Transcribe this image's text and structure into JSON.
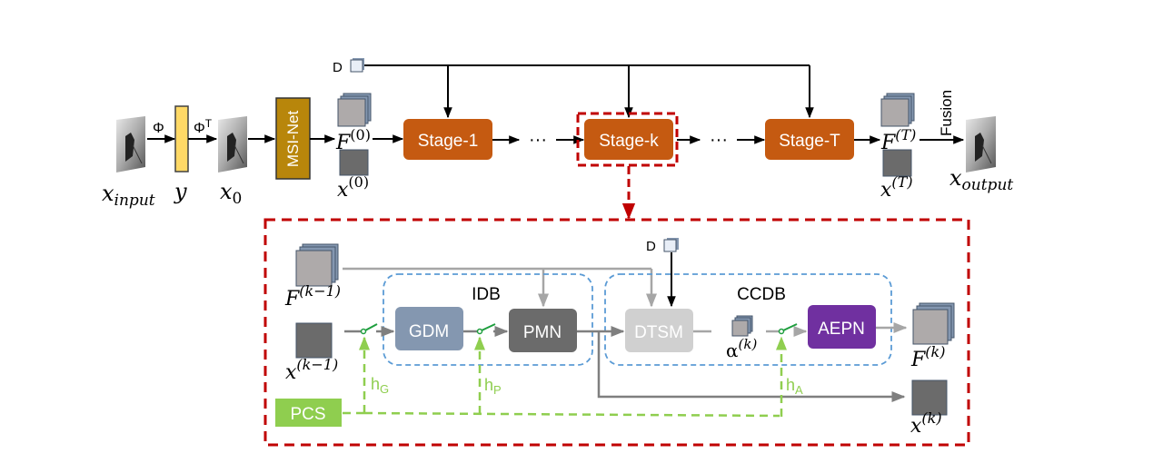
{
  "colors": {
    "stage": "#c55a11",
    "msi": "#b8860b",
    "y_block": "#ffd966",
    "gdm": "#8497b0",
    "pmn": "#6b6b6b",
    "dtsm": "#d0d0d0",
    "aepn": "#7030a0",
    "pcs": "#8fce4f",
    "green_dashed": "#8fce4f",
    "switch": "#1e9e3e",
    "red_dashed": "#c00000",
    "blue_dashed": "#5b9bd5",
    "gray_line": "#a6a6a6",
    "dark_gray_line": "#7f7f7f"
  },
  "top": {
    "x_input": "x",
    "x_input_sub": "input",
    "phi": "Φ",
    "phi_t": "Φ",
    "phi_t_sup": "T",
    "y": "y",
    "x0": "x",
    "x0_sub": "0",
    "msi_net": "MSI-Net",
    "d_label": "D",
    "f0": "F",
    "f0_sup": "(0)",
    "xk0": "x",
    "xk0_sup": "(0)",
    "stage_1": "Stage-1",
    "stage_k": "Stage-k",
    "stage_t": "Stage-T",
    "ellipsis": "···",
    "ft": "F",
    "ft_sup": "(T)",
    "xt": "x",
    "xt_sup": "(T)",
    "fusion": "Fusion",
    "x_output": "x",
    "x_output_sub": "output"
  },
  "detail": {
    "f_prev": "F",
    "f_prev_sup": "(k−1)",
    "x_prev": "x",
    "x_prev_sup": "(k−1)",
    "idb": "IDB",
    "ccdb": "CCDB",
    "gdm": "GDM",
    "pmn": "PMN",
    "dtsm": "DTSM",
    "aepn": "AEPN",
    "d_label": "D",
    "alpha": "α",
    "alpha_sup": "(k)",
    "f_k": "F",
    "f_k_sup": "(k)",
    "x_k": "x",
    "x_k_sup": "(k)",
    "pcs": "PCS",
    "h_g": "h",
    "h_g_sub": "G",
    "h_p": "h",
    "h_p_sub": "P",
    "h_a": "h",
    "h_a_sub": "A"
  }
}
